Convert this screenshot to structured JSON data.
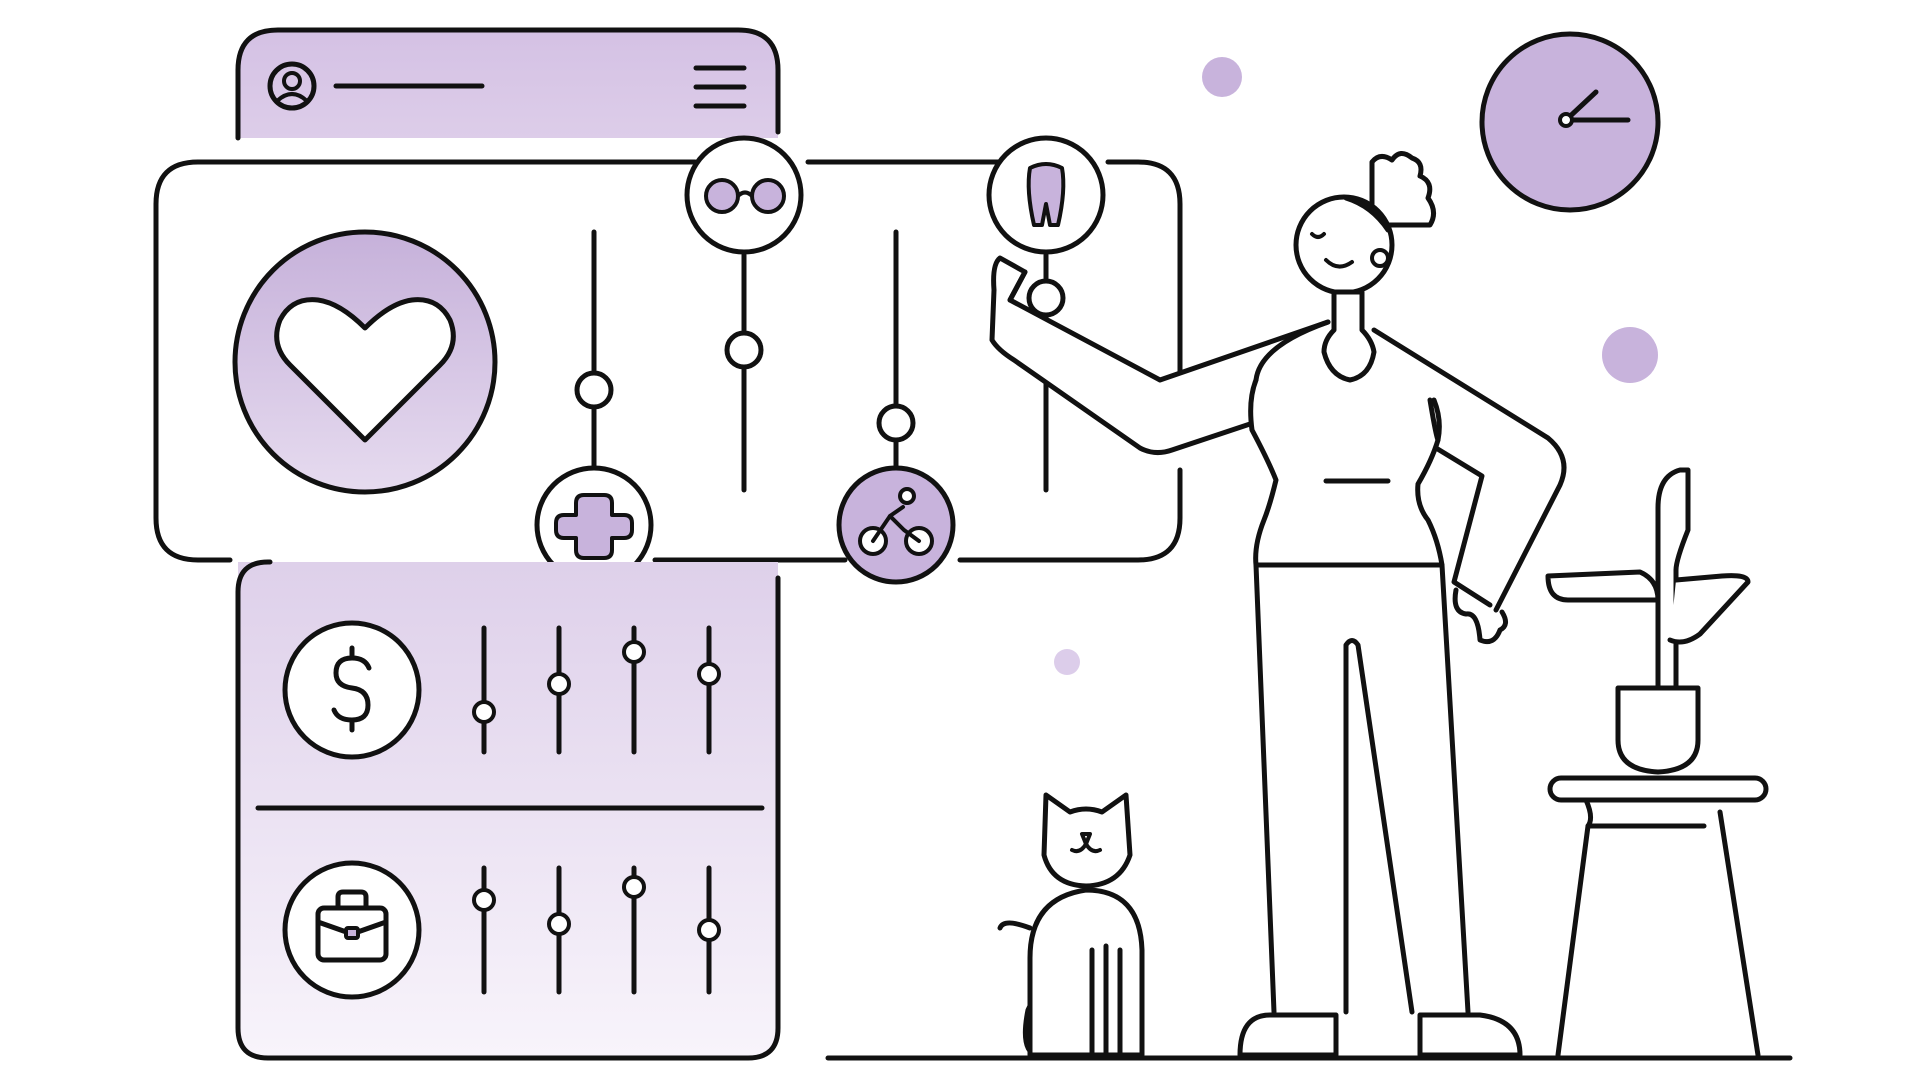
{
  "colors": {
    "accent_purple": "#c8b3dc",
    "light_purple": "#ded0ea",
    "lightest_purple": "#f7f3fa",
    "line": "#111111",
    "background": "#ffffff"
  },
  "icons": {
    "profile": "profile-icon",
    "menu": "hamburger-menu-icon",
    "heart": "heart-icon",
    "glasses": "glasses-icon",
    "tooth": "tooth-icon",
    "medical_cross": "medical-cross-icon",
    "cycling": "cycling-icon",
    "dollar": "dollar-icon",
    "briefcase": "briefcase-icon",
    "clock": "clock-icon",
    "cat": "cat-icon",
    "plant": "plant-icon"
  },
  "benefit_sliders": {
    "glasses": 0.45,
    "tooth": 0.25,
    "medical_cross": 0.65,
    "cycling": 0.75
  },
  "finance_sliders": {
    "dollar_row": [
      0.25,
      0.5,
      0.8,
      0.6
    ],
    "briefcase_row": [
      0.75,
      0.5,
      0.85,
      0.5
    ]
  }
}
